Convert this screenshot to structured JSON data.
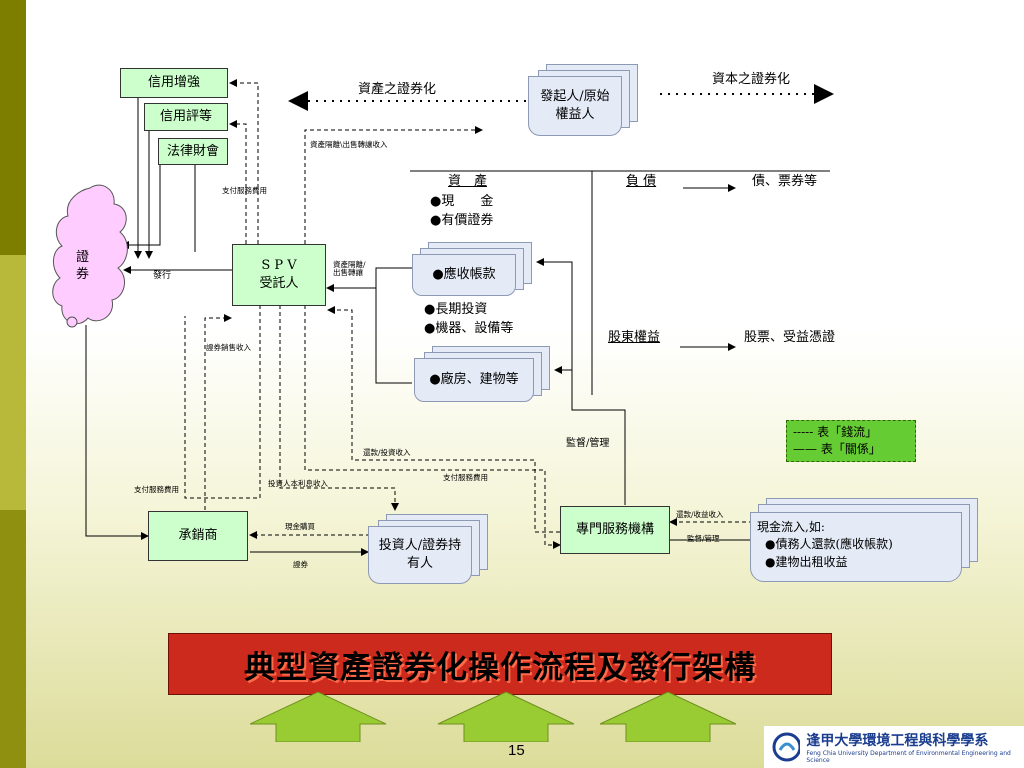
{
  "diagram": {
    "boxes": {
      "credit_enhancement": "信用增強",
      "credit_rating": "信用評等",
      "legal_accounting": "法律財會",
      "spv_line1": "S P V",
      "spv_line2": "受託人",
      "underwriter": "承銷商",
      "servicer": "專門服務機構"
    },
    "cloud_label": "證\n券",
    "originator": "發起人/原始\n權益人",
    "investors": "投資人/證券持\n有人",
    "receivables_doc": "●應收帳款",
    "plant_doc": "●廠房、建物等",
    "cashflow_doc": {
      "line1": "現金流入,如:",
      "line2": "●債務人還款(應收帳款)",
      "line3": "●建物出租收益"
    },
    "labels": {
      "asset_securitization": "資產之證券化",
      "capital_securitization": "資本之證券化",
      "assets": "資　產",
      "cash": "●現　　金",
      "securities": "●有價證券",
      "long_term": "●長期投資",
      "machinery": "●機器、設備等",
      "liabilities": "負 債",
      "bonds": "債、票券等",
      "equity": "股東權益",
      "stocks": "股票、受益憑證",
      "supervision": "監督/管理",
      "issue": "發行"
    },
    "small_labels": {
      "isolation_transfer_top": "資產隔離\\出售轉讓收入",
      "pay_fee_top": "支付服務費用",
      "isolation_transfer": "資產隔離/\n出售轉讓",
      "sale_income": "證券銷售收入",
      "repay_invest": "還款/投資收入",
      "pay_fee_mid": "支付服務費用",
      "investor_interest": "投資人本利息收入",
      "pay_fee_left": "支付服務費用",
      "cash_purchase": "現金購買",
      "securities": "證券",
      "repay_income": "還款/收益收入",
      "supervise_manage": "監督/管理"
    },
    "legend": {
      "money_flow": "----- 表「錢流」",
      "relation": "—— 表「關係」"
    }
  },
  "title": "典型資產證券化操作流程及發行架構",
  "page_number": "15",
  "logo": {
    "name": "逢甲大學環境工程與科學學系",
    "subtitle": "Feng Chia University Department of Environmental Engineering and Science"
  },
  "colors": {
    "box_green": "#ccffcc",
    "cloud_pink": "#ffccff",
    "doc_blue": "#e4eaf6",
    "legend_green": "#66cc33",
    "banner_red": "#cc2a1d",
    "arrow_green": "#99cc33",
    "sidebar_olive": "#808000"
  }
}
